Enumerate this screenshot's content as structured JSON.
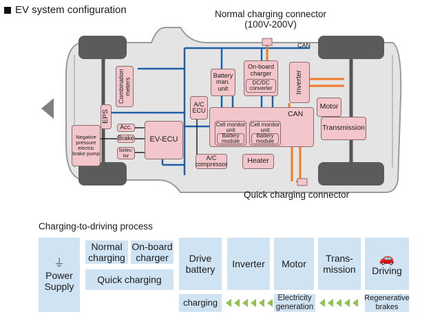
{
  "header": {
    "title": "EV system configuration"
  },
  "labels": {
    "normal_connector_line1": "Normal charging connector",
    "normal_connector_line2": "(100V-200V)",
    "quick_connector": "Quick charging connector",
    "can_top": "CAN",
    "can_mid": "CAN"
  },
  "components": {
    "combination_meters": "Combination meters",
    "eps": "EPS",
    "neg_pump": "Negative pressure electric brake pump",
    "acc": "Acc.",
    "brake": "Brake",
    "selector": "Selec-tor",
    "ev_ecu": "EV-ECU",
    "ac_ecu": "A/C ECU",
    "battery_man": "Battery man. unit",
    "onboard_charger": "On-board charger",
    "dcdc": "DC/DC converter",
    "inverter": "Inverter",
    "motor": "Motor",
    "transmission": "Transmission",
    "cell_monitor_1": "Cell monitor unit",
    "battery_module_1": "Battery module",
    "cell_monitor_2": "Cell monitor unit",
    "battery_module_2": "Battery module",
    "heater": "Heater",
    "ac_compressor": "A/C compressor"
  },
  "process": {
    "title": "Charging-to-driving process",
    "power_supply": "Power Supply",
    "normal_charging": "Normal charging",
    "onboard_charger": "On-board charger",
    "quick_charging": "Quick charging",
    "drive_battery": "Drive battery",
    "inverter": "Inverter",
    "motor": "Motor",
    "transmission": "Trans-mission",
    "driving": "Driving",
    "charging": "charging",
    "electricity_generation": "Electricity generation",
    "regenerative_brakes": "Regenerative brakes"
  },
  "colors": {
    "pink": "#f3c6cb",
    "blue_line": "#1f5fa8",
    "orange_line": "#ee7a2a",
    "process_box": "#cfe3f3",
    "chevron": "#8fc34a"
  }
}
